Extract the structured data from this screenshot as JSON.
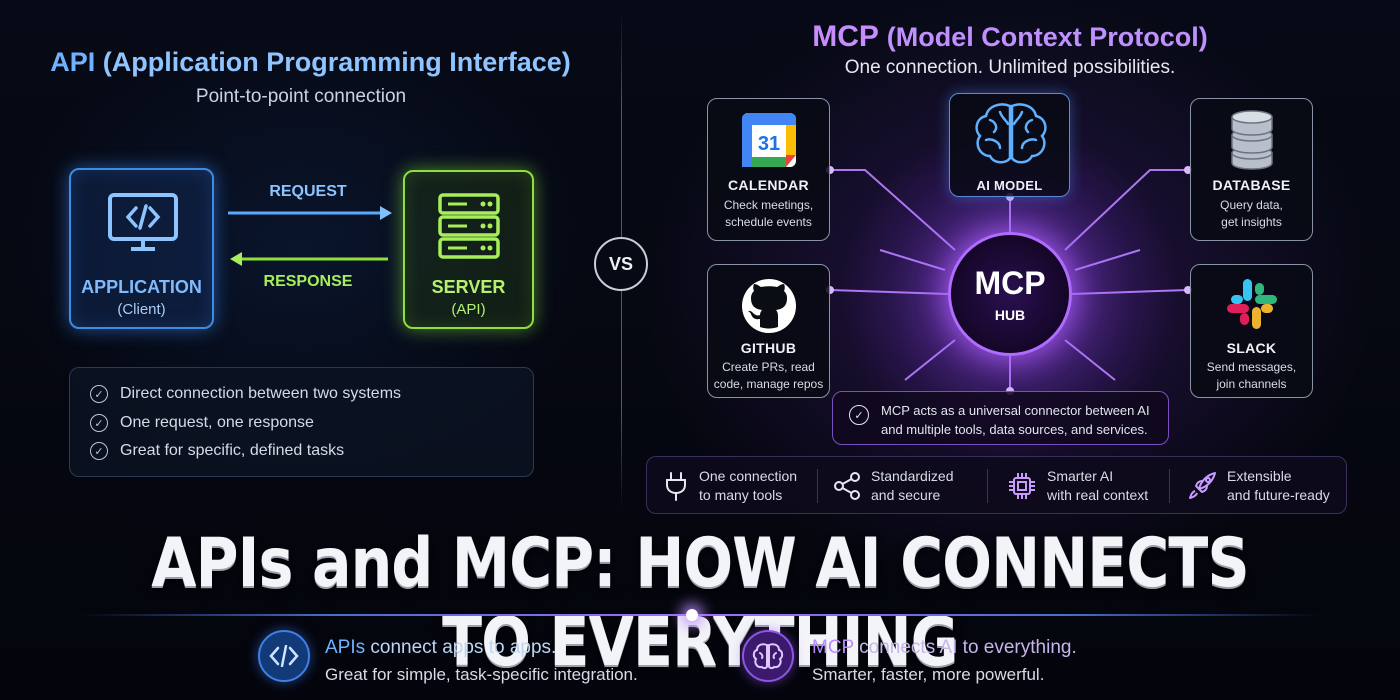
{
  "api": {
    "title": "API",
    "title_sub": "(Application Programming Interface)",
    "subtitle": "Point-to-point connection",
    "client": {
      "label": "APPLICATION",
      "sub": "(Client)"
    },
    "server": {
      "label": "SERVER",
      "sub": "(API)"
    },
    "request_label": "REQUEST",
    "response_label": "RESPONSE",
    "points": [
      "Direct connection between two systems",
      "One request, one response",
      "Great for specific, defined tasks"
    ]
  },
  "vs_label": "VS",
  "mcp": {
    "title": "MCP",
    "title_sub": "(Model Context Protocol)",
    "subtitle": "One connection. Unlimited possibilities.",
    "hub": {
      "title": "MCP",
      "sub": "HUB"
    },
    "nodes": {
      "calendar": {
        "name": "CALENDAR",
        "desc1": "Check meetings,",
        "desc2": "schedule events",
        "icon_text": "31"
      },
      "ai_model": {
        "name": "AI MODEL"
      },
      "database": {
        "name": "DATABASE",
        "desc1": "Query data,",
        "desc2": "get insights"
      },
      "github": {
        "name": "GITHUB",
        "desc1": "Create PRs, read",
        "desc2": "code, manage repos"
      },
      "slack": {
        "name": "SLACK",
        "desc1": "Send messages,",
        "desc2": "join channels"
      }
    },
    "note": "MCP acts as a universal connector between AI and multiple tools, data sources, and services.",
    "features": [
      {
        "icon": "plug-icon",
        "line1": "One connection",
        "line2": "to many tools"
      },
      {
        "icon": "share-icon",
        "line1": "Standardized",
        "line2": "and secure"
      },
      {
        "icon": "chip-icon",
        "line1": "Smarter AI",
        "line2": "with real context"
      },
      {
        "icon": "rocket-icon",
        "line1": "Extensible",
        "line2": "and future-ready"
      }
    ]
  },
  "headline": "APIs and MCP: HOW AI CONNECTS TO EVERYTHING",
  "bottom": {
    "api": {
      "title_strong": "APIs",
      "title_rest": " connect apps to apps.",
      "desc": "Great for simple, task-specific integration."
    },
    "mcp": {
      "title_strong": "MCP",
      "title_rest": " connects AI to everything.",
      "desc": "Smarter, faster, more powerful."
    }
  },
  "colors": {
    "api_blue": "#4a9dff",
    "server_green": "#8ee03a",
    "mcp_purple": "#b06cff"
  }
}
